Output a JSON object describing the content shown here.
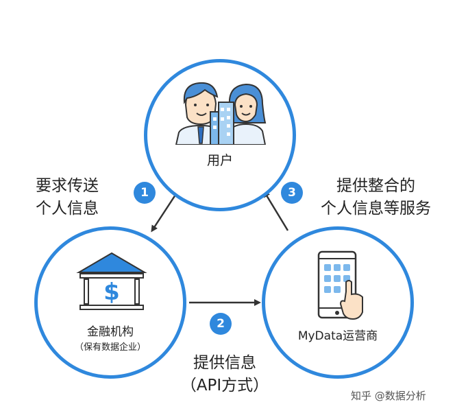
{
  "nodes": {
    "user": {
      "label": "用户"
    },
    "bank": {
      "label": "金融机构",
      "sublabel": "（保有数据企业）"
    },
    "operator": {
      "label": "MyData运营商"
    }
  },
  "edges": {
    "request": {
      "step": "1",
      "line1": "要求传送",
      "line2": "个人信息"
    },
    "provide_api": {
      "step": "2",
      "line1": "提供信息",
      "line2": "（API方式）"
    },
    "services": {
      "step": "3",
      "line1": "提供整合的",
      "line2": "个人信息等服务"
    }
  },
  "watermark": "知乎 @数据分析",
  "colors": {
    "accent": "#2f88dd",
    "arrow": "#333333"
  }
}
